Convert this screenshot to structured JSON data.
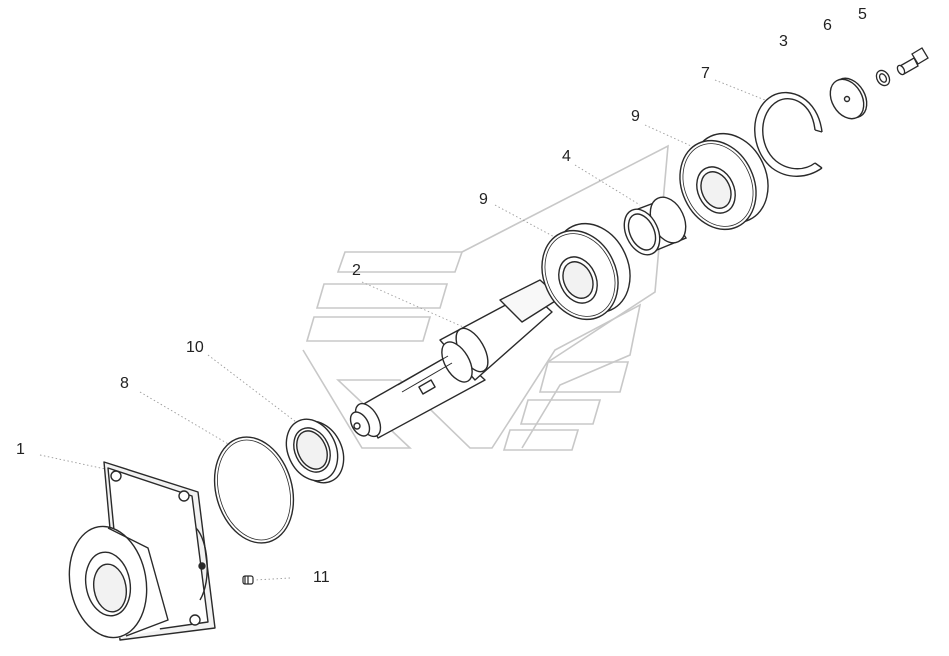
{
  "diagram": {
    "callouts": [
      {
        "id": "part-1",
        "text": "1"
      },
      {
        "id": "part-8",
        "text": "8"
      },
      {
        "id": "part-10",
        "text": "10"
      },
      {
        "id": "part-2",
        "text": "2"
      },
      {
        "id": "part-9a",
        "text": "9"
      },
      {
        "id": "part-4",
        "text": "4"
      },
      {
        "id": "part-9b",
        "text": "9"
      },
      {
        "id": "part-7",
        "text": "7"
      },
      {
        "id": "part-3",
        "text": "3"
      },
      {
        "id": "part-6",
        "text": "6"
      },
      {
        "id": "part-5",
        "text": "5"
      },
      {
        "id": "part-11",
        "text": "11"
      }
    ],
    "colors": {
      "line": "#2a2a2a",
      "thin_line": "#555555",
      "watermark": "#c8c8c8",
      "leader": "#9a9a9a",
      "shade": "#f2f2f2"
    }
  }
}
